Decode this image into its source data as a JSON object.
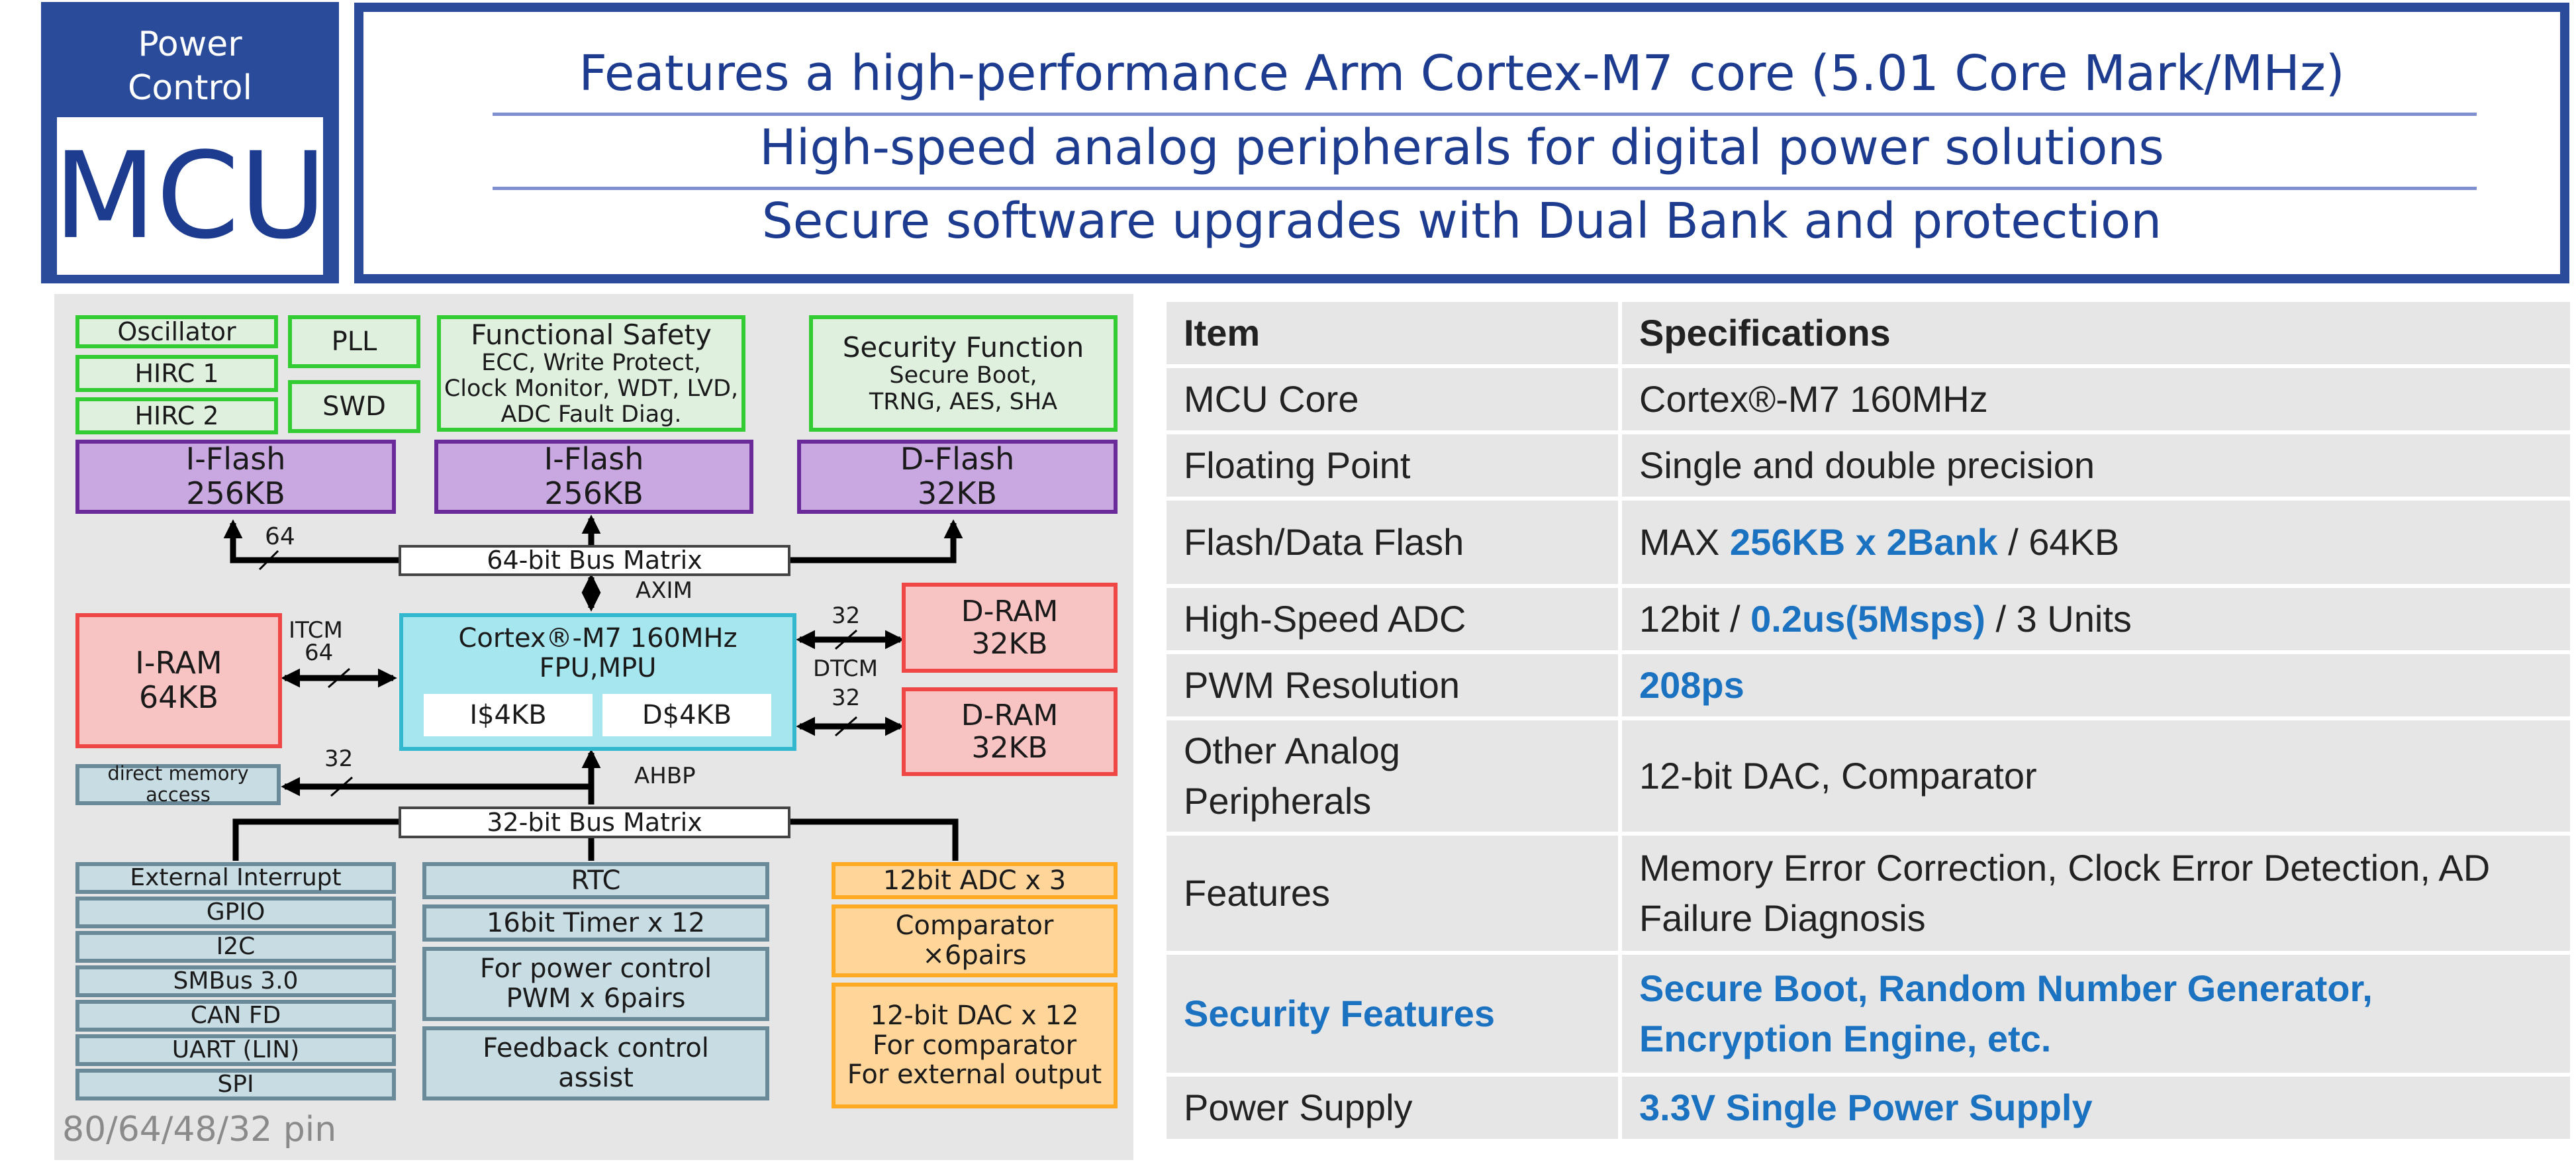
{
  "header": {
    "badge_line1": "Power",
    "badge_line2": "Control",
    "badge_mcu": "MCU",
    "features": [
      "Features a high-performance Arm Cortex-M7 core (5.01 Core Mark/MHz)",
      "High-speed analog peripherals for digital power solutions",
      "Secure software upgrades with Dual Bank and protection"
    ]
  },
  "diagram": {
    "osc": "Oscillator",
    "hirc1": "HIRC 1",
    "hirc2": "HIRC 2",
    "pll": "PLL",
    "swd": "SWD",
    "fs_title": "Functional Safety",
    "fs_l1": "ECC, Write Protect,",
    "fs_l2": "Clock Monitor, WDT, LVD,",
    "fs_l3": "ADC Fault Diag.",
    "sec_title": "Security Function",
    "sec_l1": "Secure Boot,",
    "sec_l2": "TRNG, AES, SHA",
    "iflash1_a": "I-Flash",
    "iflash1_b": "256KB",
    "iflash2_a": "I-Flash",
    "iflash2_b": "256KB",
    "dflash_a": "D-Flash",
    "dflash_b": "32KB",
    "bus64": "64-bit Bus Matrix",
    "bus32": "32-bit Bus Matrix",
    "w64": "64",
    "axim": "AXIM",
    "ahbp": "AHBP",
    "itcm": "ITCM",
    "itcm_w": "64",
    "dtcm": "DTCM",
    "dtcm_w1": "32",
    "dtcm_w2": "32",
    "dma_w": "32",
    "iram_a": "I-RAM",
    "iram_b": "64KB",
    "core_a": "Cortex®-M7 160MHz",
    "core_b": "FPU,MPU",
    "icache": "I$4KB",
    "dcache": "D$4KB",
    "dram1_a": "D-RAM",
    "dram1_b": "32KB",
    "dram2_a": "D-RAM",
    "dram2_b": "32KB",
    "dma_a": "direct memory",
    "dma_b": "access",
    "periph_left": [
      "External Interrupt",
      "GPIO",
      "I2C",
      "SMBus 3.0",
      "CAN FD",
      "UART (LIN)",
      "SPI"
    ],
    "rtc": "RTC",
    "timer": "16bit Timer x 12",
    "pwm_a": "For power control",
    "pwm_b": "PWM x 6pairs",
    "fb_a": "Feedback control",
    "fb_b": "assist",
    "adc": "12bit ADC x 3",
    "cmp_a": "Comparator",
    "cmp_b": "×6pairs",
    "dac_a": "12-bit DAC x 12",
    "dac_b": "For comparator",
    "dac_c": "For external output",
    "pins": "80/64/48/32 pin"
  },
  "table": {
    "head_item": "Item",
    "head_spec": "Specifications",
    "rows": [
      {
        "item": "MCU Core",
        "spec": "Cortex®-M7 160MHz"
      },
      {
        "item": "Floating Point",
        "spec": "Single and double precision"
      },
      {
        "item": "Flash/Data Flash",
        "spec_a": "MAX ",
        "spec_b": "256KB x 2Bank",
        "spec_c": " / 64KB"
      },
      {
        "item": "High-Speed ADC",
        "spec_a": "12bit / ",
        "spec_b": "0.2us(5Msps)",
        "spec_c": " / 3 Units"
      },
      {
        "item": "PWM Resolution",
        "spec": "208ps"
      },
      {
        "item_a": "Other Analog",
        "item_b": "Peripherals",
        "spec": "12-bit DAC, Comparator"
      },
      {
        "item": "Features",
        "spec_a": "Memory Error Correction, Clock Error Detection, AD",
        "spec_b": "Failure Diagnosis"
      },
      {
        "item": "Security Features",
        "spec_a": "Secure Boot, Random Number Generator,",
        "spec_b": "Encryption Engine, etc."
      },
      {
        "item": "Power Supply",
        "spec": "3.3V Single Power Supply"
      }
    ]
  },
  "colors": {
    "brand_blue": "#2a4a9a",
    "highlight_blue": "#1a72c0",
    "panel_grey": "#e6e6e6"
  }
}
